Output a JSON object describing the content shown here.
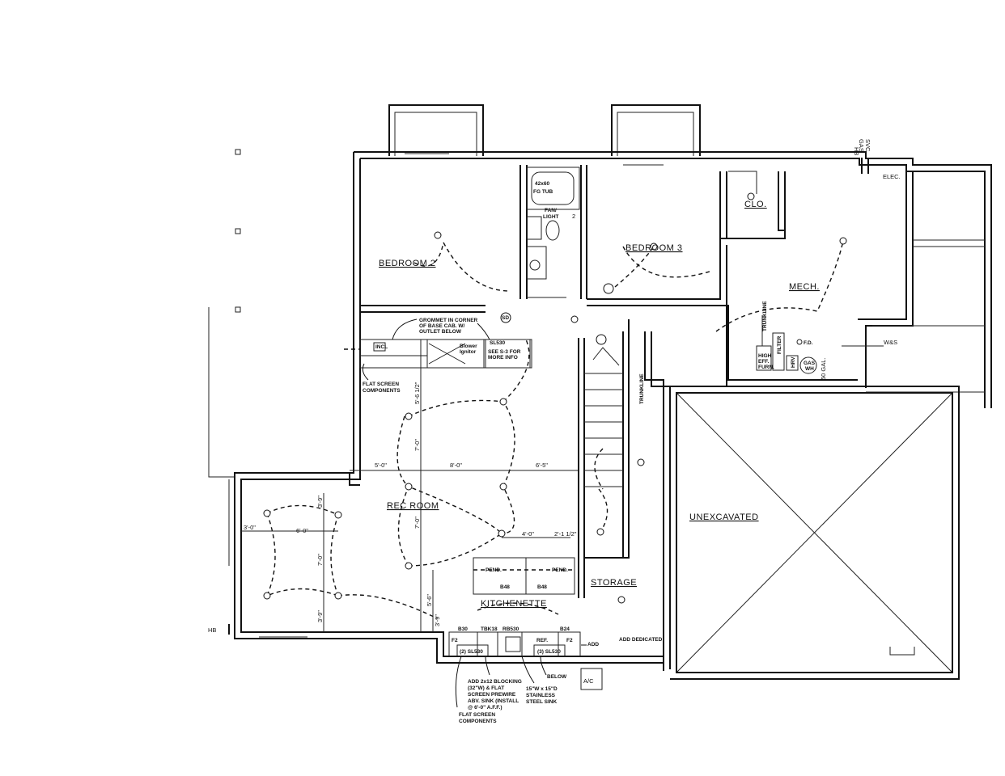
{
  "rooms": {
    "bedroom2": "BEDROOM 2",
    "bedroom3": "BEDROOM 3",
    "mech": "MECH.",
    "rec_room": "REC ROOM",
    "kitchenette": "KITCHENETTE",
    "storage": "STORAGE",
    "unexcavated": "UNEXCAVATED"
  },
  "labels": {
    "gas_svc_1": "GAS",
    "gas_svc_2": "SVC",
    "hb_top": "HB",
    "hb_left": "HB",
    "elec": "ELEC.",
    "clo": "CLO.",
    "ws": "W&S",
    "tub_1": "42x60",
    "tub_2": "FG TUB",
    "fan_1": "FAN/",
    "fan_2": "LIGHT",
    "fan_num": "2",
    "sd": "SD",
    "trunkline_1": "TRUNKLINE",
    "trunkline_2": "TRUNKLINE",
    "furnace_1": "HIGH",
    "furnace_2": "EFF.",
    "furnace_3": "FURN.",
    "filter": "FILTER",
    "hrv": "HRV",
    "fd": "F.D.",
    "gas_wh_1": "GAS",
    "gas_wh_2": "WH",
    "gal": "50 GAL.",
    "pend_1": "PEND.",
    "pend_2": "PEND.",
    "ac": "A/C",
    "add": "ADD",
    "add_dedicated": "ADD DEDICATED",
    "below": "BELOW",
    "ref": "REF.",
    "f2a": "F2",
    "f2b": "F2"
  },
  "notes": {
    "grommet_1": "GROMMET IN CORNER",
    "grommet_2": "OF BASE CAB. W/",
    "grommet_3": "OUTLET BELOW",
    "flat_screen_1": "FLAT SCREEN",
    "flat_screen_2": "COMPONENTS",
    "see_1": "SEE S-3 FOR",
    "see_2": "MORE INFO",
    "blower": "Blower",
    "ignitor": "Ignitor",
    "incl": "INCL",
    "sl530": "SL530",
    "blocking_1": "ADD 2x12 BLOCKING",
    "blocking_2": "(32\"W) & FLAT",
    "blocking_3": "SCREEN PREWIRE",
    "blocking_4": "ABV. SINK (INSTALL",
    "blocking_5": "@ 6'-0\" A.F.F.)",
    "flat_screen_3": "FLAT SCREEN",
    "flat_screen_4": "COMPONENTS",
    "sink_1": "15\"W x 15\"D",
    "sink_2": "STAINLESS",
    "sink_3": "STEEL SINK"
  },
  "cabinets": {
    "b30": "B30",
    "tbk18": "TBK18",
    "rb530": "RB530",
    "b24": "B24",
    "b48a": "B48",
    "b48b": "B48",
    "sl530a": "(2) SL530",
    "sl530b": "(3) SL530"
  },
  "dimensions": {
    "d1": "5'-0\"",
    "d2": "8'-0\"",
    "d3": "6'-5\"",
    "d4": "3'-0\"",
    "d5": "6'-0\"",
    "d6": "4'-0\"",
    "d7": "2'-1 1/2\"",
    "d8": "5'-6 1/2\"",
    "d9": "7'-0\"",
    "d10": "7'-0\"",
    "d11": "7'-0\"",
    "d12": "3'-9\"",
    "d13": "3'-9\"",
    "d14": "5'-6\"",
    "d15": "3'-9\""
  }
}
